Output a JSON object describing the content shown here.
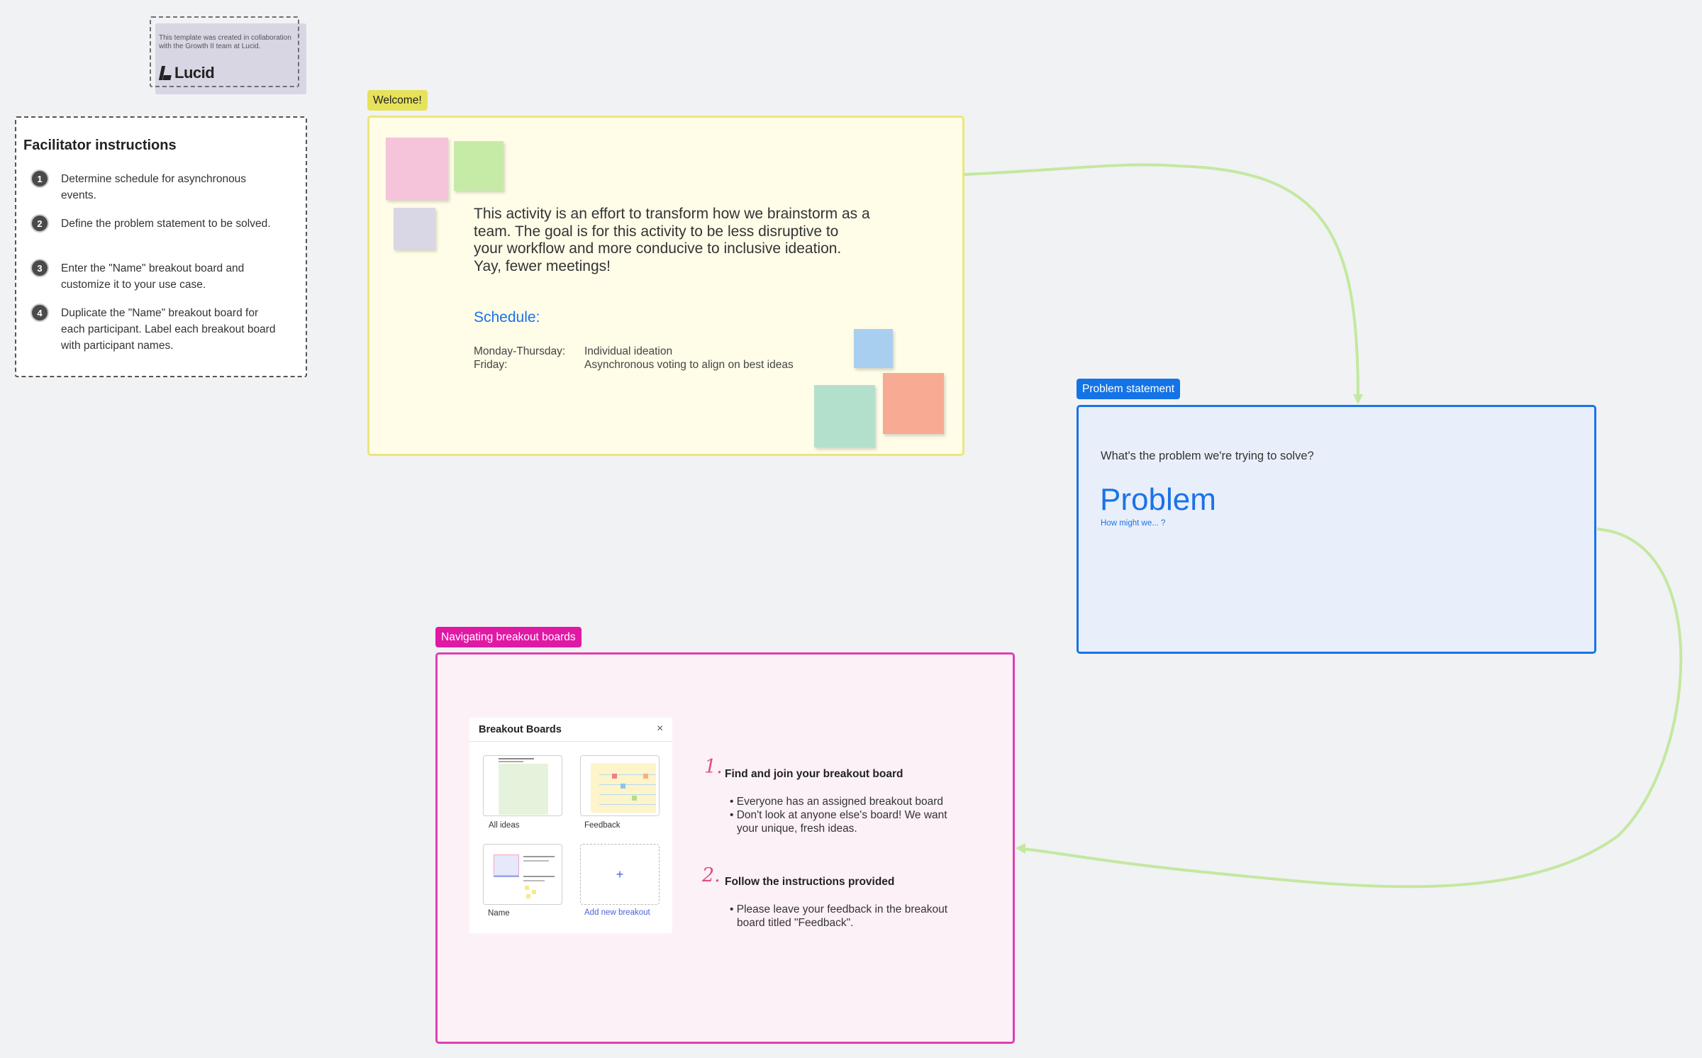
{
  "credit": {
    "text": "This template was created in collaboration with the Growth II team at Lucid.",
    "logo_text": "Lucid"
  },
  "facilitator": {
    "title": "Facilitator instructions",
    "steps": [
      {
        "num": "1",
        "text": "Determine schedule for asynchronous events."
      },
      {
        "num": "2",
        "text": "Define the problem statement to be solved."
      },
      {
        "num": "3",
        "text": "Enter the \"Name\" breakout board and customize it to your use case."
      },
      {
        "num": "4",
        "text": "Duplicate the \"Name\" breakout board for each participant. Label each breakout board with participant names."
      }
    ]
  },
  "welcome": {
    "tag": "Welcome!",
    "intro": "This activity is an effort to transform how we brainstorm as a team. The goal is for this activity to be less disruptive to your workflow and more conducive to inclusive ideation. Yay, fewer meetings!",
    "schedule_heading": "Schedule:",
    "schedule": [
      {
        "day": "Monday-Thursday:",
        "activity": "Individual ideation"
      },
      {
        "day": "Friday:",
        "activity": "Asynchronous voting to align on best ideas"
      }
    ],
    "colors": {
      "pink": "#f5c3da",
      "green": "#c6eba6",
      "lavender": "#d9d6e6",
      "blue": "#a9cff0",
      "mint": "#b3e0cc",
      "salmon": "#f7ab93"
    }
  },
  "problem": {
    "tag": "Problem statement",
    "question": "What's the problem we're trying to solve?",
    "big_label": "Problem",
    "hmw": "How might we... ?"
  },
  "navigating": {
    "tag": "Navigating breakout boards",
    "panel": {
      "title": "Breakout Boards",
      "close_icon": "×",
      "boards": [
        {
          "label": "All ideas"
        },
        {
          "label": "Feedback"
        },
        {
          "label": "Name"
        }
      ],
      "add_icon": "+",
      "add_label": "Add new breakout"
    },
    "steps": [
      {
        "num": "1.",
        "title": "Find and join your breakout board",
        "bullets": [
          "Everyone has an assigned breakout board",
          "Don't look at anyone else's board! We want your unique, fresh ideas."
        ]
      },
      {
        "num": "2.",
        "title": "Follow the instructions provided",
        "bullets": [
          "Please leave your feedback in the breakout board titled \"Feedback\"."
        ]
      }
    ]
  },
  "accent_colors": {
    "connector": "#c3e8a0",
    "problem_blue": "#1a73e8",
    "nav_pink": "#e018a4",
    "welcome_yellow": "#e7e25b"
  }
}
